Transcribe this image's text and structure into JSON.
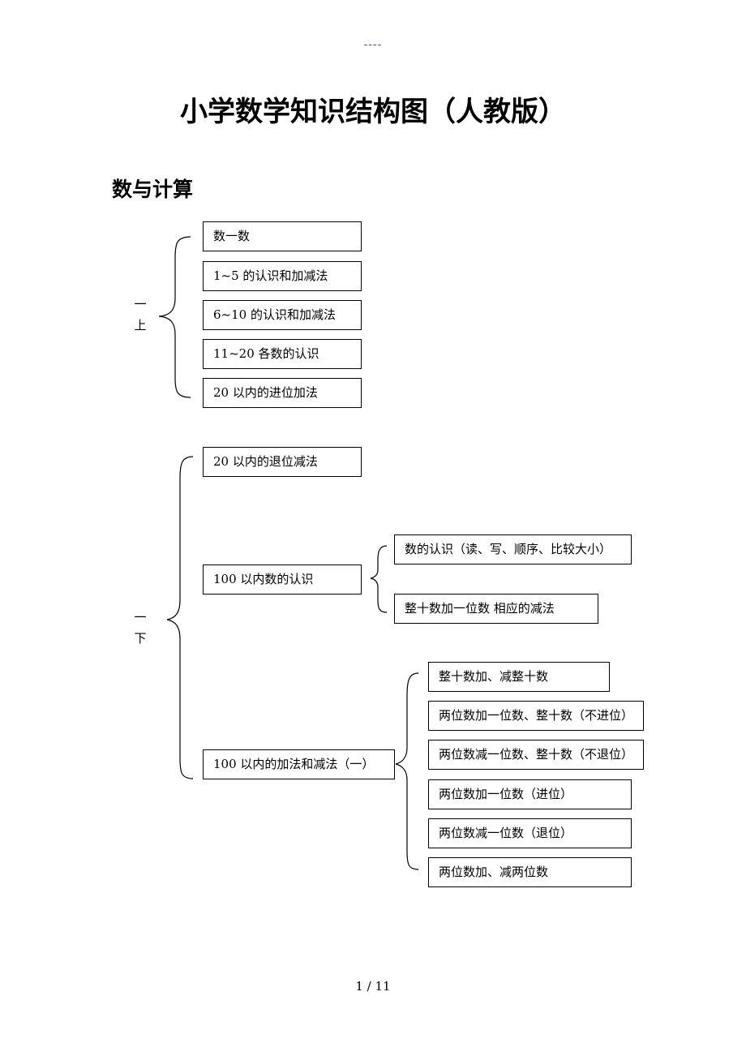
{
  "header_mark": "----",
  "title": "小学数学知识结构图（人教版）",
  "section_title": "数与计算",
  "grade_1_up": {
    "label_line1": "一",
    "label_line2": "上",
    "items": [
      "数一数",
      "1~5 的认识和加减法",
      "6~10 的认识和加减法",
      "11~20 各数的认识",
      "20 以内的进位加法"
    ]
  },
  "grade_1_down": {
    "label_line1": "一",
    "label_line2": "下",
    "topics": {
      "sub_20": "20 以内的退位减法",
      "numbers_100": {
        "label": "100 以内数的认识",
        "children": [
          "数的认识（读、写、顺序、比较大小）",
          "整十数加一位数  相应的减法"
        ]
      },
      "add_sub_100": {
        "label": "100 以内的加法和减法（一）",
        "children": [
          "整十数加、减整十数",
          "两位数加一位数、整十数（不进位）",
          "两位数减一位数、整十数（不退位）",
          "两位数加一位数（进位）",
          "两位数减一位数（退位）",
          "两位数加、减两位数"
        ]
      }
    }
  },
  "footer": "1 / 11"
}
